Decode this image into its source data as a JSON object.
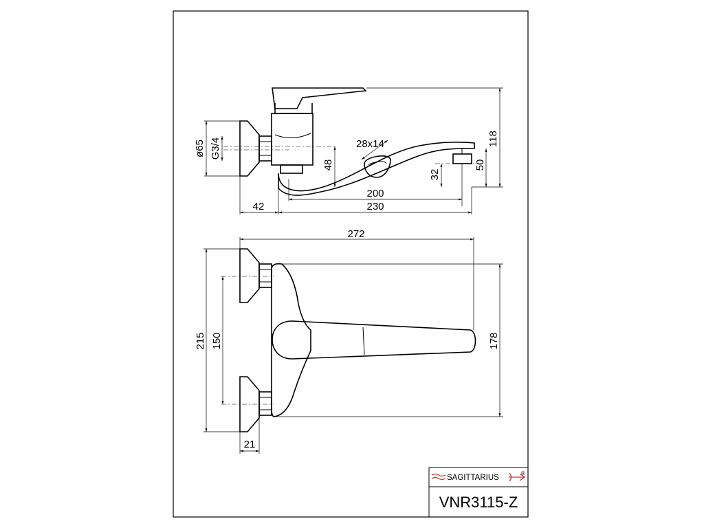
{
  "colors": {
    "line": "#000000",
    "background": "#ffffff",
    "logo_accent": "#d0312d"
  },
  "side_view": {
    "diameter": "ø65",
    "thread": "G3/4",
    "height_48": "48",
    "spout_section": "28x14",
    "height_32": "32",
    "height_50": "50",
    "height_118": "118",
    "length_200": "200",
    "length_42": "42",
    "length_230": "230"
  },
  "top_view": {
    "width_272": "272",
    "height_215": "215",
    "spacing_150": "150",
    "height_178": "178",
    "depth_21": "21"
  },
  "title_block": {
    "brand": "SAGITTARIUS",
    "registered_mark": "®",
    "model": "VNR3115-Z"
  }
}
